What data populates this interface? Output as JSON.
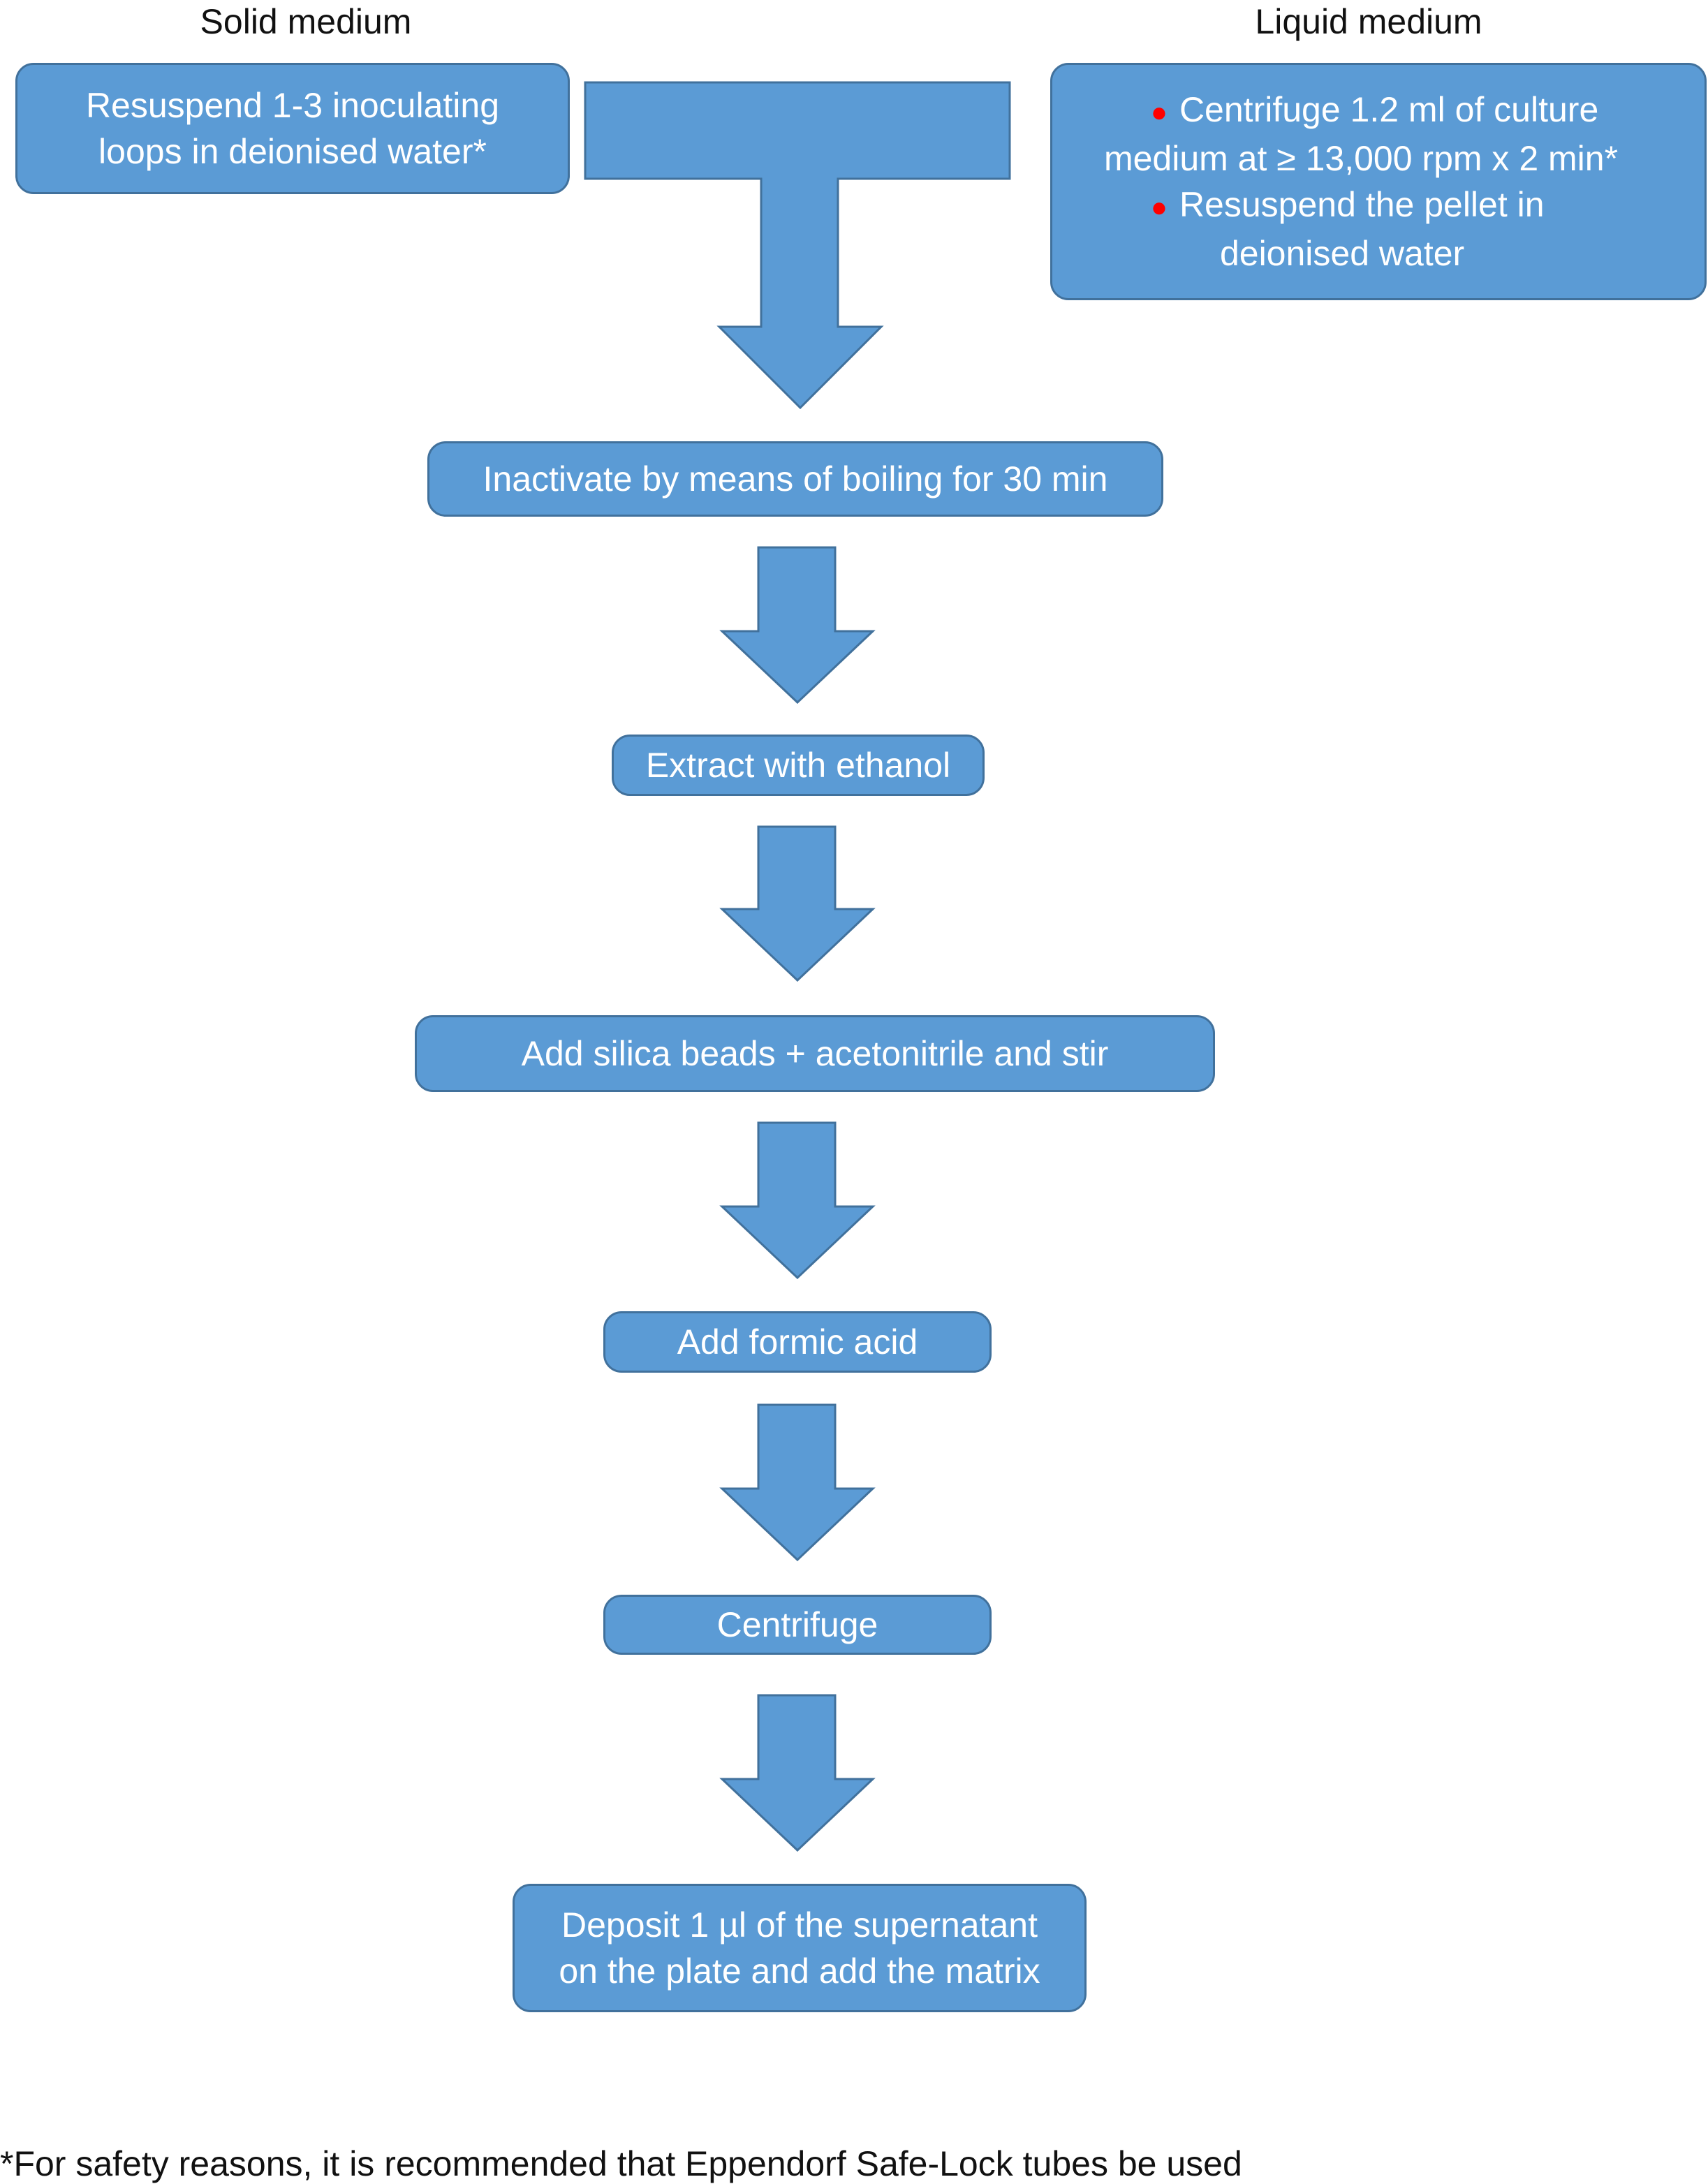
{
  "headers": {
    "solid": "Solid medium",
    "liquid": "Liquid medium"
  },
  "boxes": {
    "solid": {
      "line1": "Resuspend 1-3 inoculating",
      "line2": "loops in deionised water*"
    },
    "liquid": {
      "bullet1_line1": "Centrifuge 1.2 ml of culture",
      "bullet1_line2": "medium at ≥ 13,000 rpm x 2 min*",
      "bullet2_line1": "Resuspend the pellet in",
      "bullet2_line2": "deionised water"
    },
    "steps": [
      {
        "line1": "Inactivate by means of boiling for 30 min"
      },
      {
        "line1": "Extract with ethanol"
      },
      {
        "line1": "Add silica beads + acetonitrile and stir"
      },
      {
        "line1": "Add formic acid"
      },
      {
        "line1": "Centrifuge"
      },
      {
        "line1": "Deposit 1 µl of the supernatant",
        "line2": "on the plate and add the matrix"
      }
    ]
  },
  "footnote": "*For safety reasons, it is recommended that Eppendorf Safe-Lock tubes be used",
  "colors": {
    "box_fill": "#5b9bd5",
    "box_border": "#41719c",
    "bullet": "#ff0000",
    "text_on_box": "#ffffff"
  }
}
